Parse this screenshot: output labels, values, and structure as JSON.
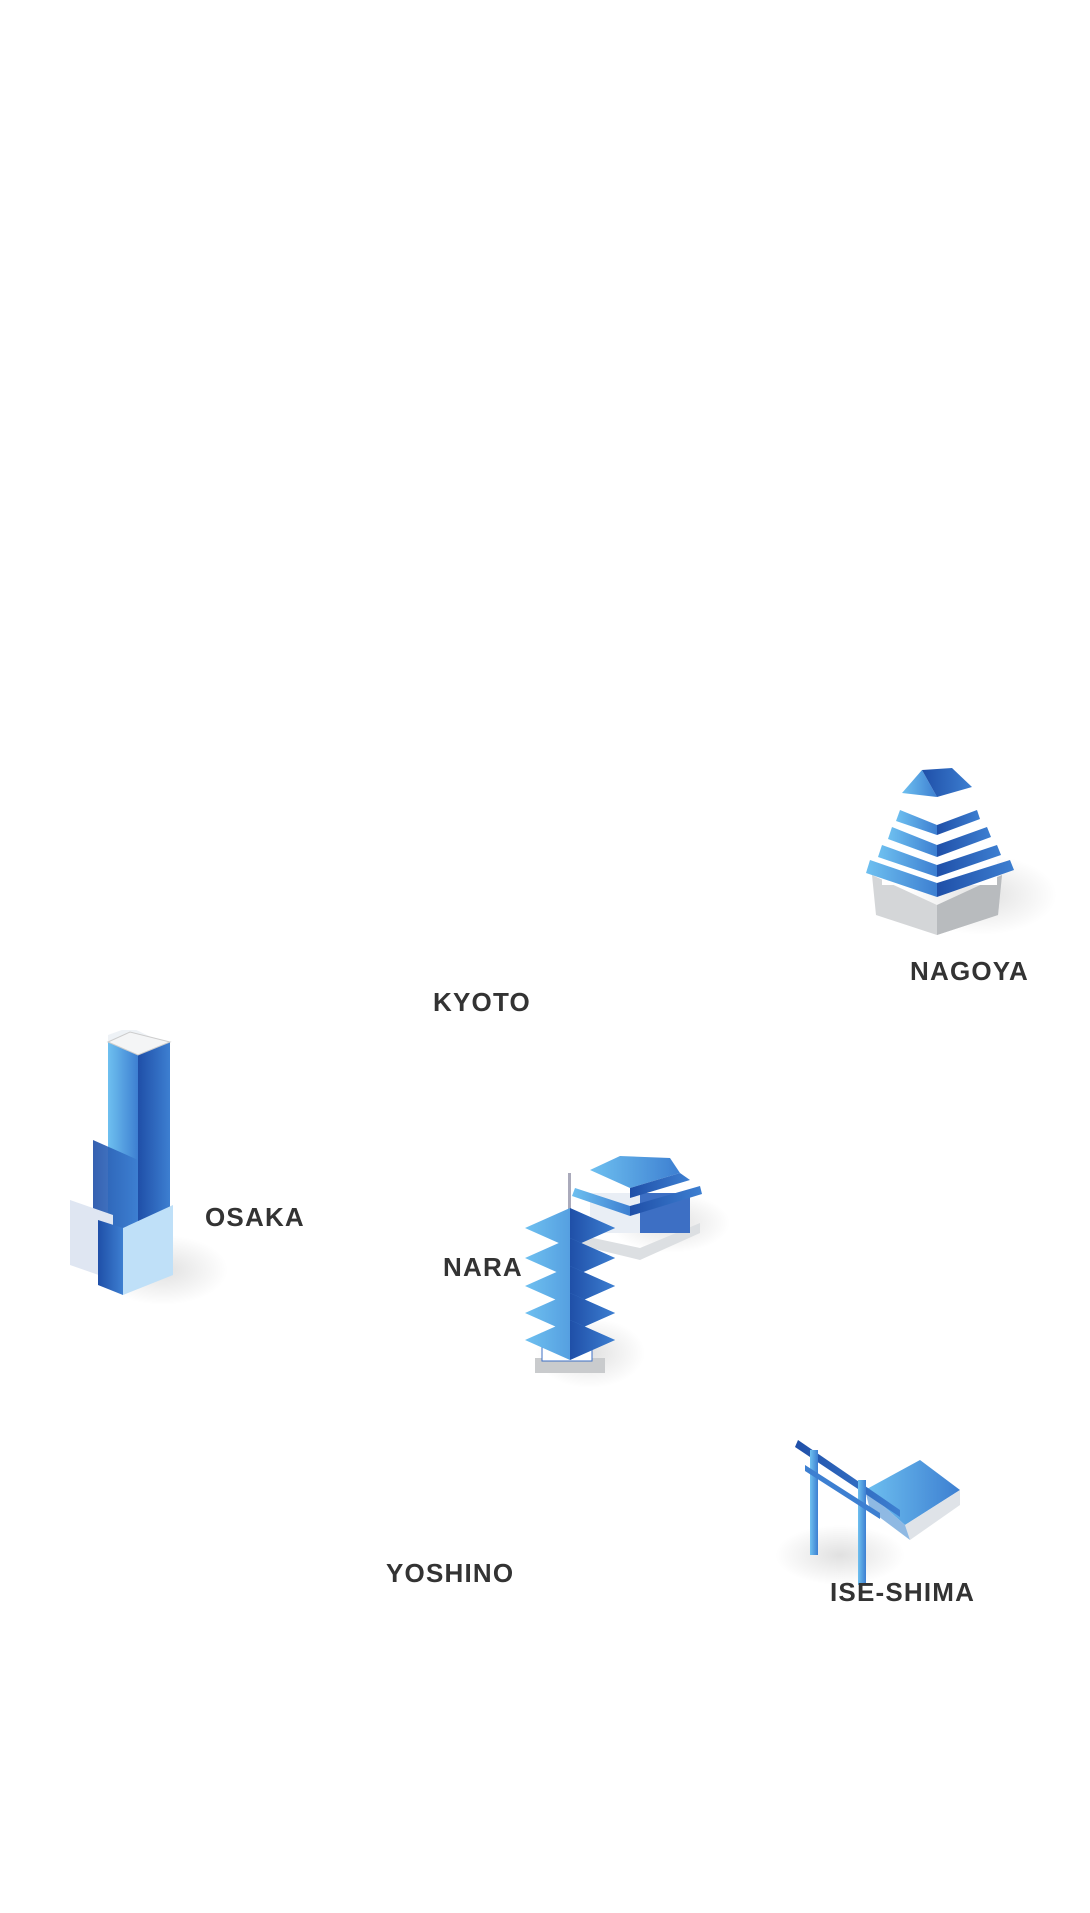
{
  "map": {
    "cities": [
      {
        "name": "NAGOYA",
        "icon": "castle-icon"
      },
      {
        "name": "KYOTO",
        "icon": ""
      },
      {
        "name": "OSAKA",
        "icon": "skyscraper-icon"
      },
      {
        "name": "NARA",
        "icon": "pagoda-temple-icon"
      },
      {
        "name": "YOSHINO",
        "icon": ""
      },
      {
        "name": "ISE-SHIMA",
        "icon": "torii-shrine-icon"
      }
    ]
  },
  "colors": {
    "label": "#333333",
    "blue_dark": "#1f4fa8",
    "blue_mid": "#3d7fd1",
    "blue_light": "#6ec0f0",
    "base_gray": "#c9cbcd"
  }
}
